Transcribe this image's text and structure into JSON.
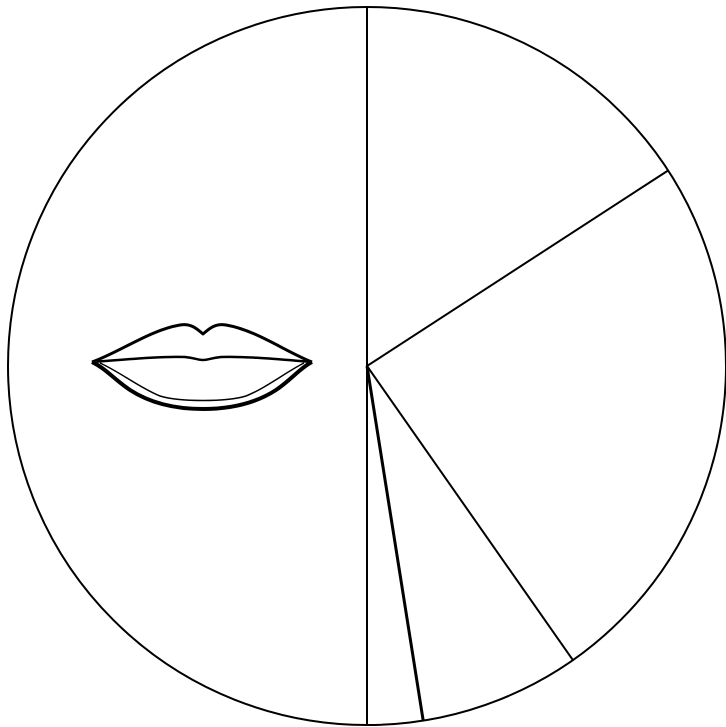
{
  "diagram": {
    "kind": "circle-divided-into-sectors",
    "stroke_color": "#000000",
    "background_color": "#ffffff",
    "sector_boundaries": [
      {
        "name": "boundary-top",
        "angle_deg": 0,
        "weight": "thin"
      },
      {
        "name": "boundary-upper-right",
        "angle_deg": 57,
        "weight": "thin"
      },
      {
        "name": "boundary-lower-right",
        "angle_deg": 145,
        "weight": "thin"
      },
      {
        "name": "boundary-bottom-right",
        "angle_deg": 171,
        "weight": "bold"
      },
      {
        "name": "boundary-bottom",
        "angle_deg": 180,
        "weight": "thin"
      }
    ],
    "icons": [
      {
        "name": "lips-icon",
        "sector": "left-half"
      }
    ]
  }
}
